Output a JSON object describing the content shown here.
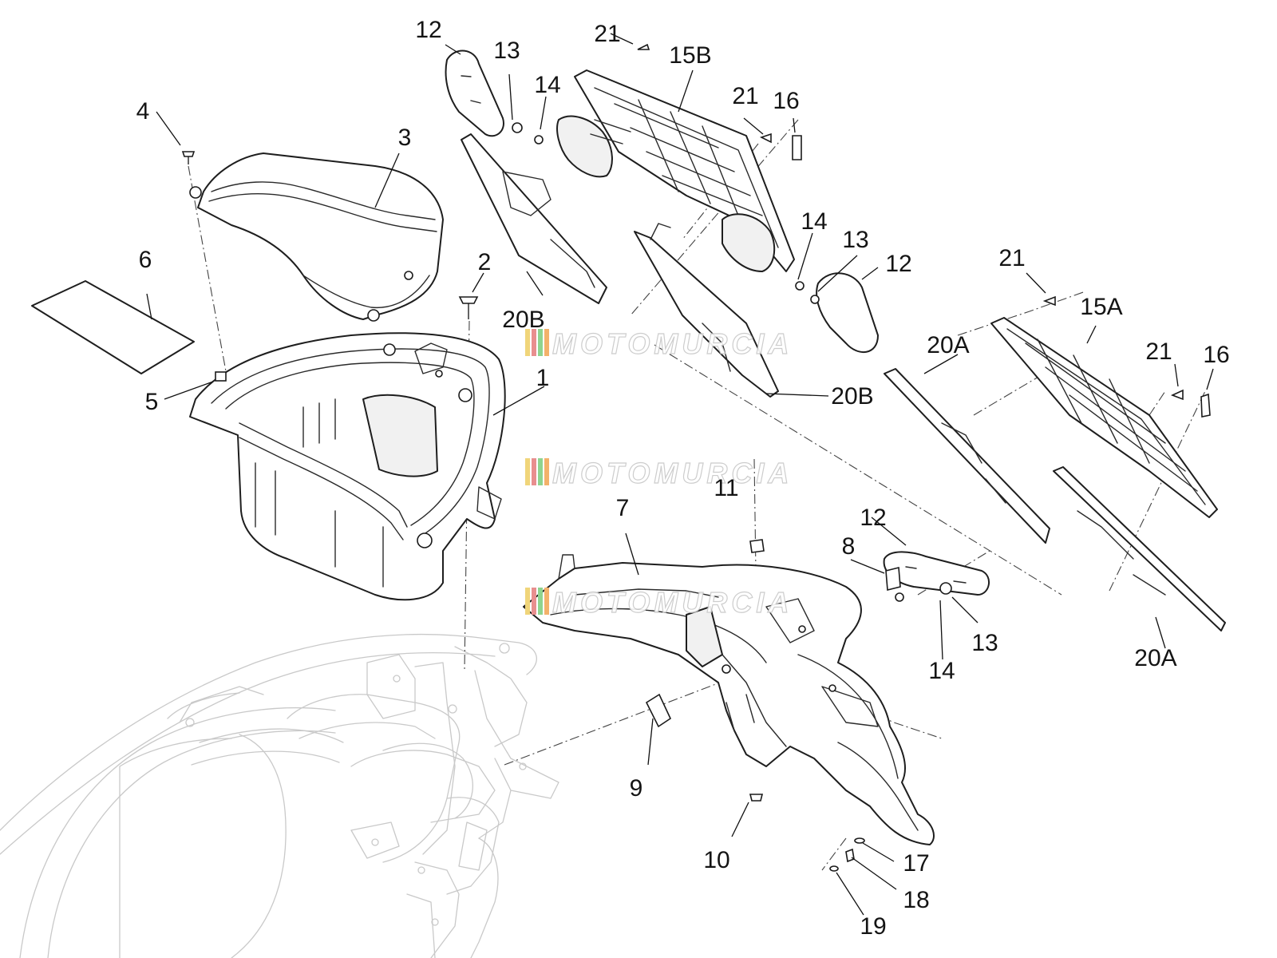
{
  "diagram": {
    "callouts": [
      {
        "id": "c1",
        "text": "1"
      },
      {
        "id": "c2",
        "text": "2"
      },
      {
        "id": "c3",
        "text": "3"
      },
      {
        "id": "c4",
        "text": "4"
      },
      {
        "id": "c5",
        "text": "5"
      },
      {
        "id": "c6",
        "text": "6"
      },
      {
        "id": "c7",
        "text": "7"
      },
      {
        "id": "c8",
        "text": "8"
      },
      {
        "id": "c9",
        "text": "9"
      },
      {
        "id": "c10",
        "text": "10"
      },
      {
        "id": "c11",
        "text": "11"
      },
      {
        "id": "c12a",
        "text": "12"
      },
      {
        "id": "c12b",
        "text": "12"
      },
      {
        "id": "c12c",
        "text": "12"
      },
      {
        "id": "c13a",
        "text": "13"
      },
      {
        "id": "c13b",
        "text": "13"
      },
      {
        "id": "c13c",
        "text": "13"
      },
      {
        "id": "c14a",
        "text": "14"
      },
      {
        "id": "c14b",
        "text": "14"
      },
      {
        "id": "c14c",
        "text": "14"
      },
      {
        "id": "c15a",
        "text": "15A"
      },
      {
        "id": "c15b",
        "text": "15B"
      },
      {
        "id": "c16a",
        "text": "16"
      },
      {
        "id": "c16b",
        "text": "16"
      },
      {
        "id": "c17",
        "text": "17"
      },
      {
        "id": "c18",
        "text": "18"
      },
      {
        "id": "c19",
        "text": "19"
      },
      {
        "id": "c20a1",
        "text": "20A"
      },
      {
        "id": "c20a2",
        "text": "20A"
      },
      {
        "id": "c20b1",
        "text": "20B"
      },
      {
        "id": "c20b2",
        "text": "20B"
      },
      {
        "id": "c21a",
        "text": "21"
      },
      {
        "id": "c21b",
        "text": "21"
      },
      {
        "id": "c21c",
        "text": "21"
      },
      {
        "id": "c21d",
        "text": "21"
      }
    ],
    "watermark": {
      "text": "MOTOMURCIA",
      "stripe_colors": [
        "#f0d57a",
        "#e88f8f",
        "#8fd48f",
        "#f3b26b"
      ]
    }
  }
}
